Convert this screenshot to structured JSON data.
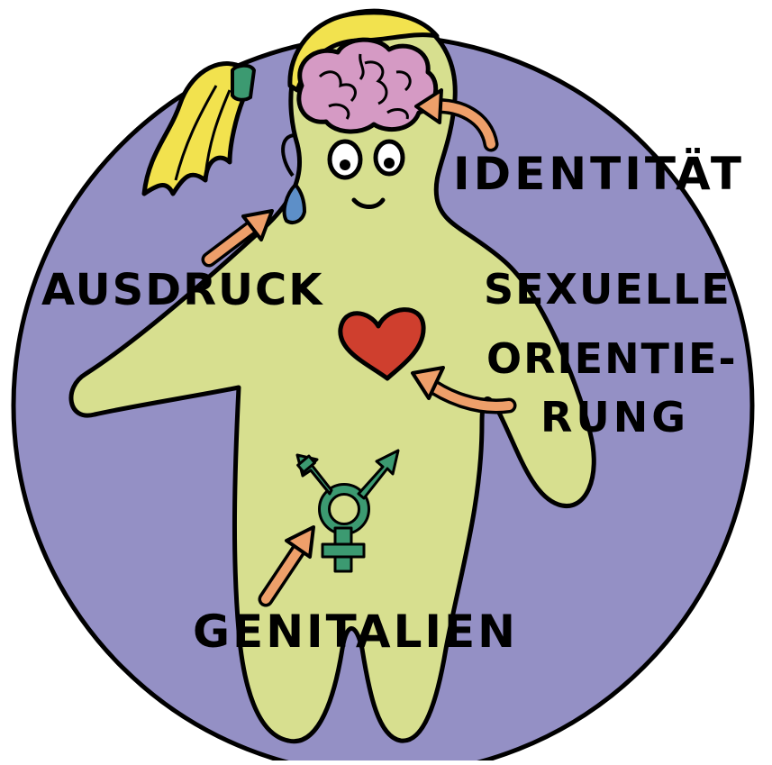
{
  "labels": {
    "identitaet": "IDENTITÄT",
    "ausdruck": "AUSDRUCK",
    "sexuelle_line1": "SEXUELLE",
    "sexuelle_line2": "ORIENTIE-",
    "sexuelle_line3": "RUNG",
    "genitalien": "GENITALIEN"
  },
  "colors": {
    "background_circle": "#9490c5",
    "body": "#d7df8f",
    "hair": "#f2e24e",
    "hair_tie": "#3c9a71",
    "brain": "#d59ac4",
    "heart": "#cf3f2e",
    "earring": "#5d8fc8",
    "arrow": "#ee9f6a",
    "symbol": "#3c9a71",
    "outline": "#000000"
  },
  "icons": {
    "head": "brain-icon",
    "chest": "heart-icon",
    "pelvis": "transgender-symbol-icon"
  }
}
